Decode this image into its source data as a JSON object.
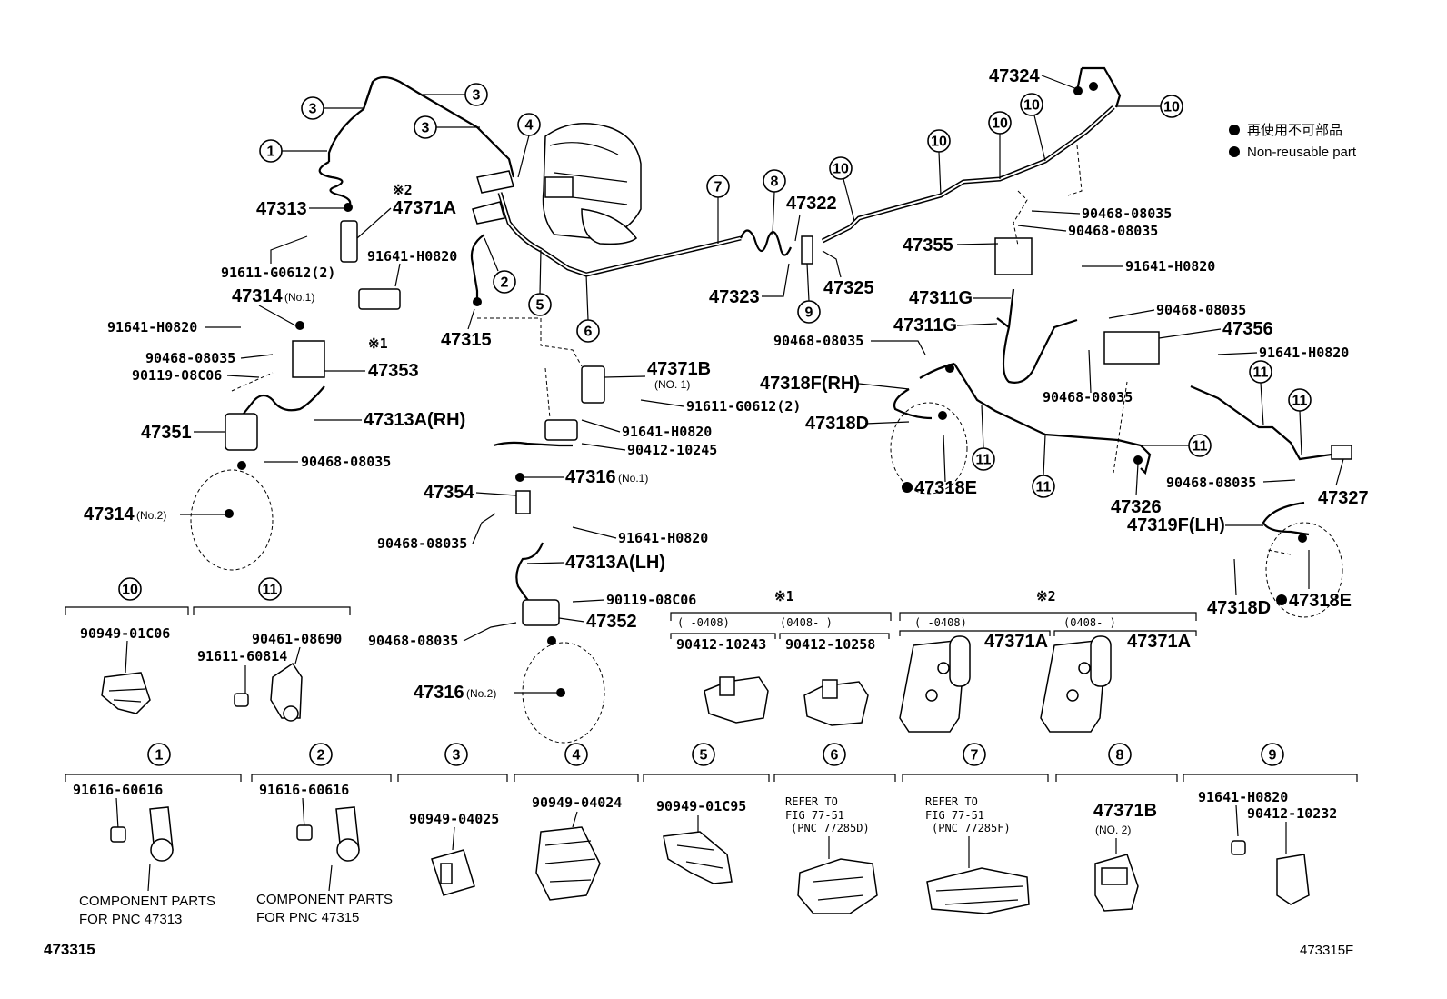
{
  "legend": {
    "non_reusable_jp": "再使用不可部品",
    "non_reusable_en": "Non-reusable part"
  },
  "figure_code_left": "473315",
  "figure_code_right": "473315F",
  "markers": {
    "m1": "※1",
    "m2": "※2"
  },
  "main_labels": {
    "p47313": "47313",
    "p47371A_top": "47371A",
    "p91641_h0820_a": "91641-H0820",
    "p91611_g0612_a": "91611-G0612(2)",
    "p47314_no1": "47314",
    "no1_a": "(No.1)",
    "p91641_h0820_b": "91641-H0820",
    "p90468_a": "90468-08035",
    "p90119_a": "90119-08C06",
    "p47353": "47353",
    "p47313A_rh": "47313A(RH)",
    "p47351": "47351",
    "p90468_b": "90468-08035",
    "p47314_no2": "47314",
    "no2_a": "(No.2)",
    "p47315": "47315",
    "p47371B": "47371B",
    "no1_b": "(NO. 1)",
    "p91611_g0612_b": "91611-G0612(2)",
    "p91641_h0820_c": "91641-H0820",
    "p90412_10245": "90412-10245",
    "p47316_no1": "47316",
    "no1_c": "(No.1)",
    "p47354": "47354",
    "p91641_h0820_d": "91641-H0820",
    "p90468_c": "90468-08035",
    "p47313A_lh": "47313A(LH)",
    "p90119_b": "90119-08C06",
    "p47352": "47352",
    "p90468_d": "90468-08035",
    "p47316_no2": "47316",
    "no2_b": "(No.2)",
    "p47322": "47322",
    "p47323": "47323",
    "p47325": "47325",
    "p47324": "47324",
    "p90468_e": "90468-08035",
    "p90468_f": "90468-08035",
    "p47355": "47355",
    "p91641_h0820_e": "91641-H0820",
    "p47311G_a": "47311G",
    "p47311G_b": "47311G",
    "p90468_g": "90468-08035",
    "p90468_h": "90468-08035",
    "p47356": "47356",
    "p91641_h0820_f": "91641-H0820",
    "p90468_i": "90468-08035",
    "p47318F_rh": "47318F(RH)",
    "p47318D_a": "47318D",
    "p47318E_a": "47318E",
    "p47326": "47326",
    "p90468_j": "90468-08035",
    "p47327": "47327",
    "p47319F_lh": "47319F(LH)",
    "p47318D_b": "47318D",
    "p47318E_b": "47318E"
  },
  "circled_numbers": [
    "1",
    "2",
    "3",
    "4",
    "5",
    "6",
    "7",
    "8",
    "9",
    "10",
    "11"
  ],
  "details": {
    "d10": {
      "num": "10",
      "part": "90949-01C06"
    },
    "d11": {
      "num": "11",
      "part_a": "90461-08690",
      "part_b": "91611-60814"
    },
    "dm1": {
      "marker": "※1",
      "range_a": "(  -0408)",
      "range_b": "(0408-   )",
      "part_a": "90412-10243",
      "part_b": "90412-10258"
    },
    "dm2": {
      "marker": "※2",
      "range_a": "(  -0408)",
      "range_b": "(0408-   )",
      "part_a": "47371A",
      "part_b": "47371A"
    },
    "d1": {
      "num": "1",
      "part": "91616-60616",
      "note_a": "COMPONENT PARTS",
      "note_b": "FOR PNC 47313"
    },
    "d2": {
      "num": "2",
      "part": "91616-60616",
      "note_a": "COMPONENT PARTS",
      "note_b": "FOR PNC 47315"
    },
    "d3": {
      "num": "3",
      "part": "90949-04025"
    },
    "d4": {
      "num": "4",
      "part": "90949-04024"
    },
    "d5": {
      "num": "5",
      "part": "90949-01C95"
    },
    "d6": {
      "num": "6",
      "ref_a": "REFER TO",
      "ref_b": "FIG 77-51",
      "ref_c": "(PNC 77285D)"
    },
    "d7": {
      "num": "7",
      "ref_a": "REFER TO",
      "ref_b": "FIG 77-51",
      "ref_c": "(PNC 77285F)"
    },
    "d8": {
      "num": "8",
      "part": "47371B",
      "sub": "(NO. 2)"
    },
    "d9": {
      "num": "9",
      "part_a": "91641-H0820",
      "part_b": "90412-10232"
    }
  }
}
